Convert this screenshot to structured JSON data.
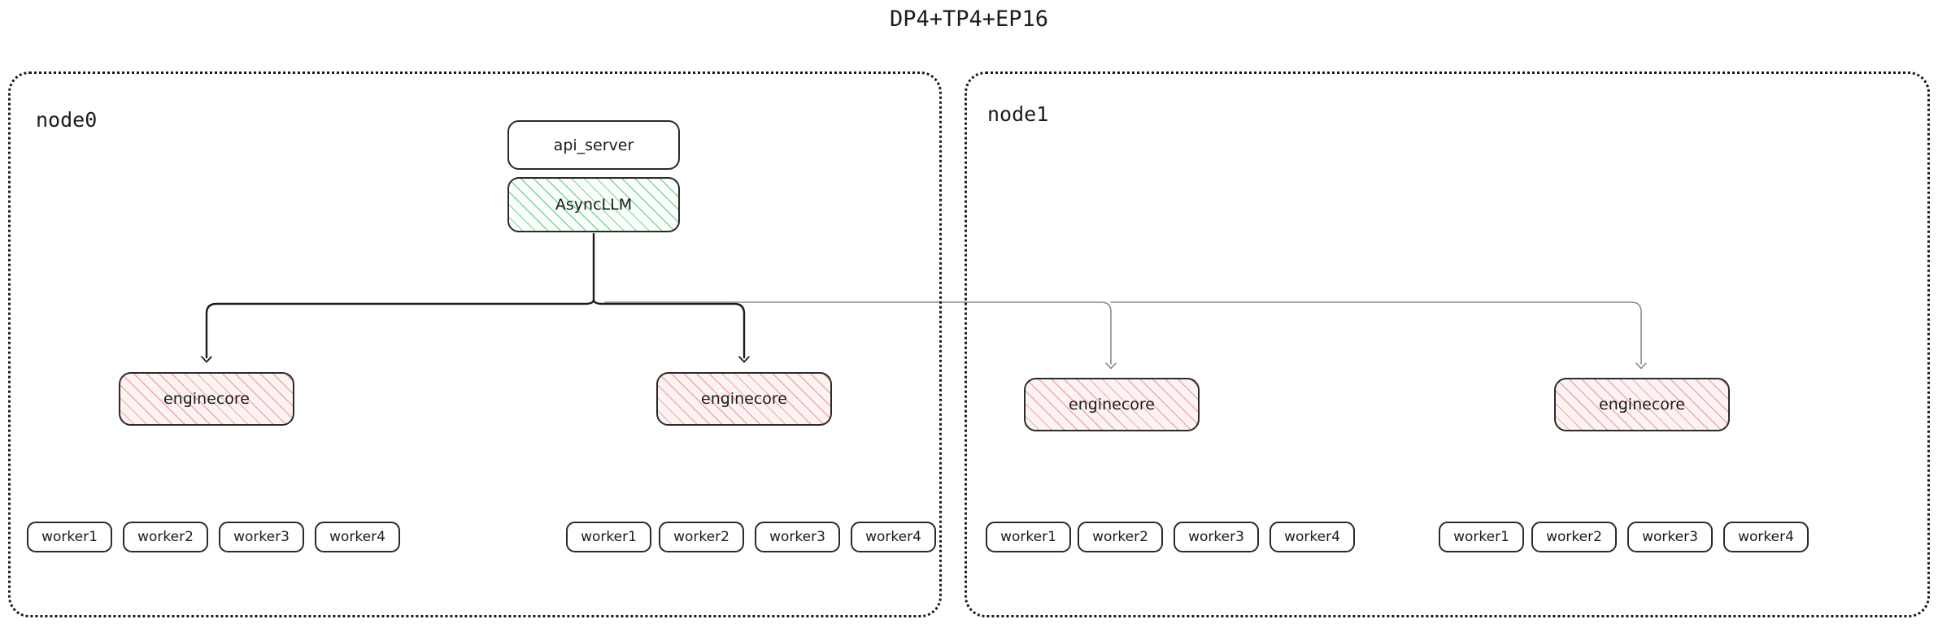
{
  "title": "DP4+TP4+EP16",
  "colors": {
    "outline": "#1b1b1b",
    "box_border": "#2a2a2a",
    "async_hatch": "#7fd39a",
    "engine_hatch": "#f0a9a9",
    "edge_primary": "#1b1b1b",
    "edge_secondary": "#8a8a8a",
    "background": "#ffffff"
  },
  "nodes": [
    {
      "id": "node0",
      "label": "node0"
    },
    {
      "id": "node1",
      "label": "node1"
    }
  ],
  "frontend": {
    "api_server": "api_server",
    "async_llm": "AsyncLLM"
  },
  "enginecores": [
    {
      "id": "ec0",
      "label": "enginecore",
      "node": "node0"
    },
    {
      "id": "ec1",
      "label": "enginecore",
      "node": "node0"
    },
    {
      "id": "ec2",
      "label": "enginecore",
      "node": "node1"
    },
    {
      "id": "ec3",
      "label": "enginecore",
      "node": "node1"
    }
  ],
  "worker_groups": [
    {
      "id": "wg0",
      "node": "node0",
      "engine": "ec0",
      "workers": [
        "worker1",
        "worker2",
        "worker3",
        "worker4"
      ]
    },
    {
      "id": "wg1",
      "node": "node0",
      "engine": "ec1",
      "workers": [
        "worker1",
        "worker2",
        "worker3",
        "worker4"
      ]
    },
    {
      "id": "wg2",
      "node": "node1",
      "engine": "ec2",
      "workers": [
        "worker1",
        "worker2",
        "worker3",
        "worker4"
      ]
    },
    {
      "id": "wg3",
      "node": "node1",
      "engine": "ec3",
      "workers": [
        "worker1",
        "worker2",
        "worker3",
        "worker4"
      ]
    }
  ],
  "edges": [
    {
      "from": "async_llm",
      "to": "ec0",
      "style": "solid-dark"
    },
    {
      "from": "async_llm",
      "to": "ec1",
      "style": "solid-dark"
    },
    {
      "from": "async_llm",
      "to": "ec2",
      "style": "solid-light"
    },
    {
      "from": "async_llm",
      "to": "ec3",
      "style": "solid-light"
    }
  ]
}
